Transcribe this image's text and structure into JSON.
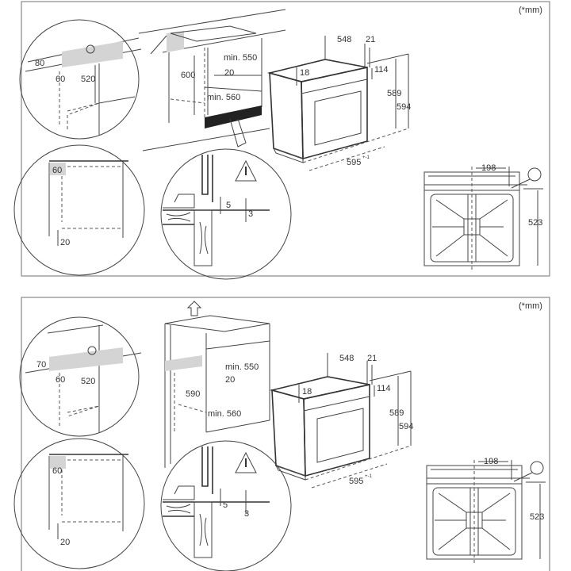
{
  "panels": [
    {
      "unit_note": "(*mm)",
      "detail_top": {
        "height_gap": "80",
        "depth_gap": "60",
        "depth": "520"
      },
      "cabinet": {
        "height": "600",
        "width_min": "min. 550",
        "rear_gap": "20",
        "depth_min": "min. 560"
      },
      "detail_bottom": {
        "depth_gap": "60",
        "front_gap": "20"
      },
      "detail_edge": {
        "gap_a": "5",
        "gap_b": "3"
      },
      "oven": {
        "depth": "548",
        "door": "21",
        "top": "18",
        "panel": "114",
        "height_inner": "589",
        "height": "594",
        "width": "595",
        "width_tol": "+-1"
      },
      "top_view": {
        "offset": "198",
        "depth": "523"
      }
    },
    {
      "unit_note": "(*mm)",
      "detail_top": {
        "height_gap": "70",
        "depth_gap": "60",
        "depth": "520"
      },
      "cabinet": {
        "height": "590",
        "width_min": "min. 550",
        "rear_gap": "20",
        "depth_min": "min. 560"
      },
      "detail_bottom": {
        "depth_gap": "60",
        "front_gap": "20"
      },
      "detail_edge": {
        "gap_a": "5",
        "gap_b": "3"
      },
      "oven": {
        "depth": "548",
        "door": "21",
        "top": "18",
        "panel": "114",
        "height_inner": "589",
        "height": "594",
        "width": "595",
        "width_tol": "+-1"
      },
      "top_view": {
        "offset": "198",
        "depth": "523"
      }
    }
  ]
}
